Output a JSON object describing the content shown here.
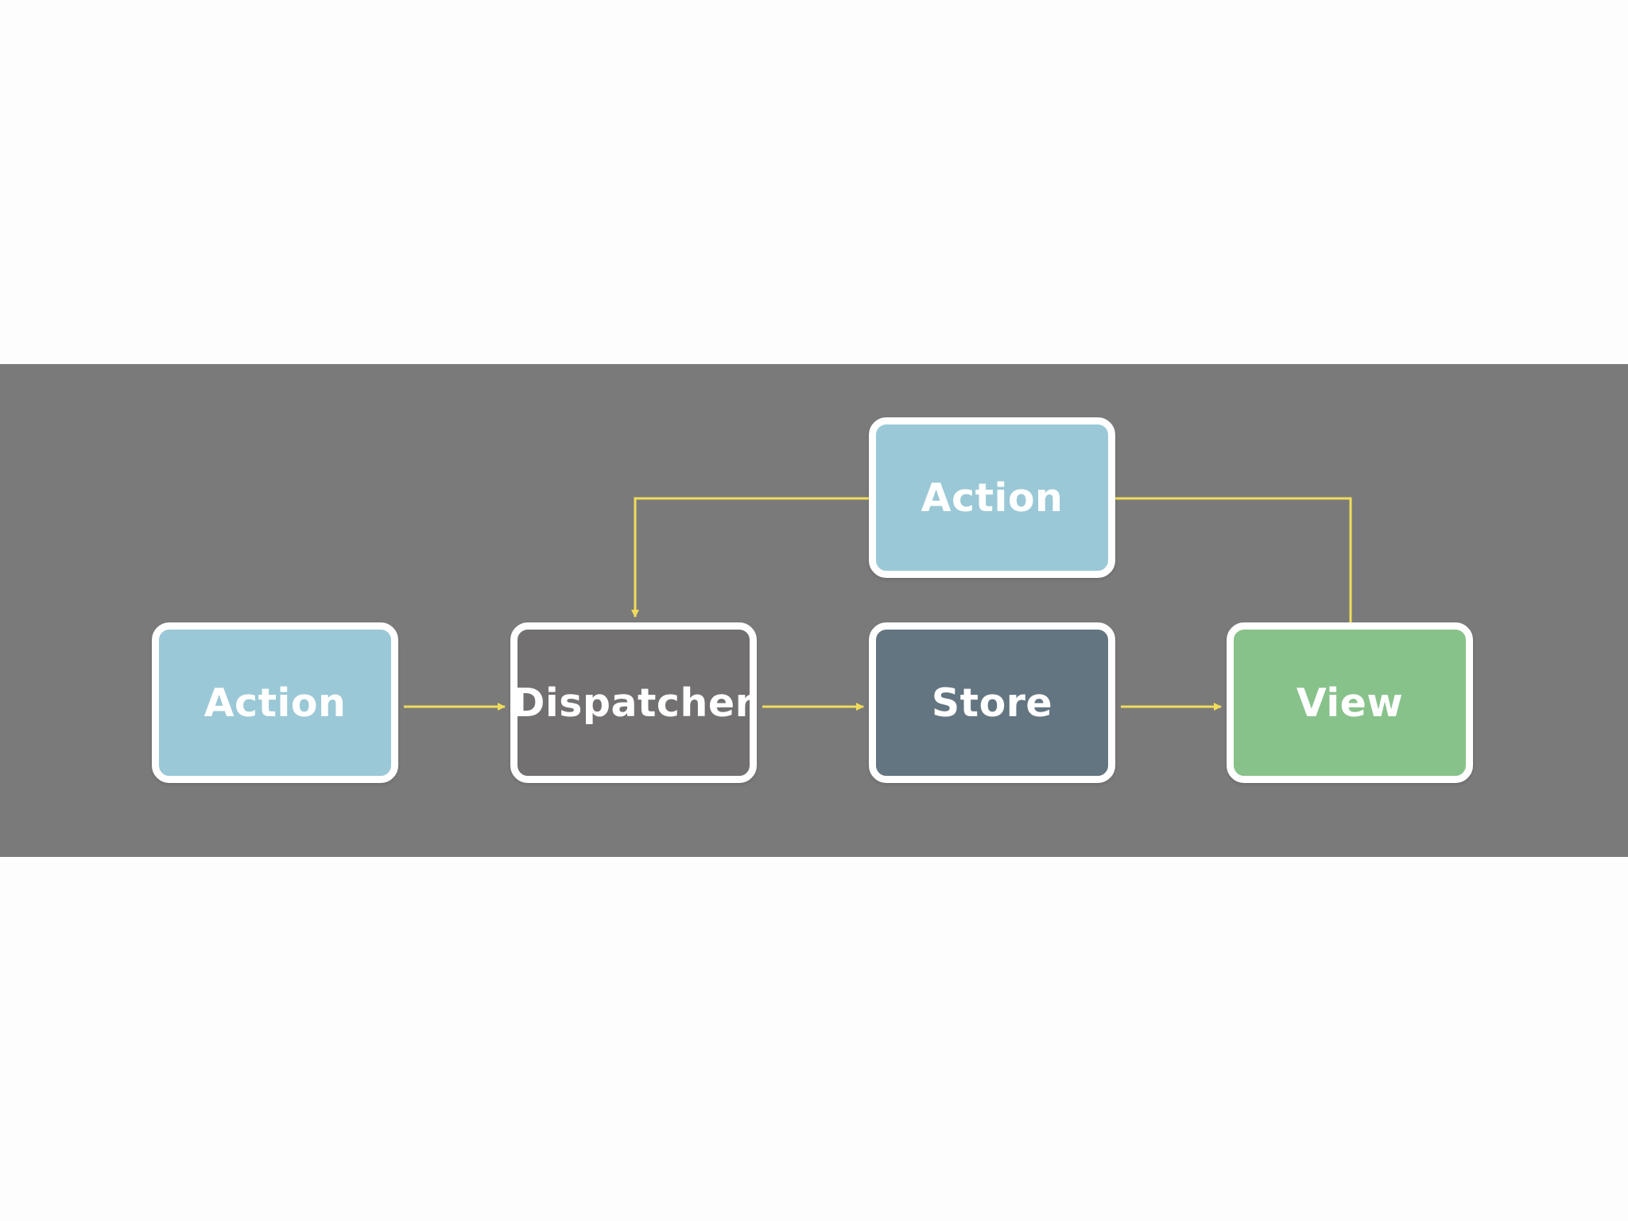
{
  "diagram": {
    "nodes": {
      "action_left": {
        "label": "Action",
        "color": "#9ac8d6"
      },
      "dispatcher": {
        "label": "Dispatcher",
        "color": "#727070"
      },
      "store": {
        "label": "Store",
        "color": "#637581"
      },
      "view": {
        "label": "View",
        "color": "#88c28b"
      },
      "action_top": {
        "label": "Action",
        "color": "#9ac8d6"
      }
    },
    "edges": [
      {
        "from": "action_left",
        "to": "dispatcher"
      },
      {
        "from": "dispatcher",
        "to": "store"
      },
      {
        "from": "store",
        "to": "view"
      },
      {
        "from": "view",
        "to": "action_top"
      },
      {
        "from": "action_top",
        "to": "dispatcher"
      }
    ],
    "colors": {
      "background": "#7a7a7a",
      "page": "#fdfdfd",
      "arrow": "#f0dc5a",
      "node_border": "#ffffff"
    }
  }
}
